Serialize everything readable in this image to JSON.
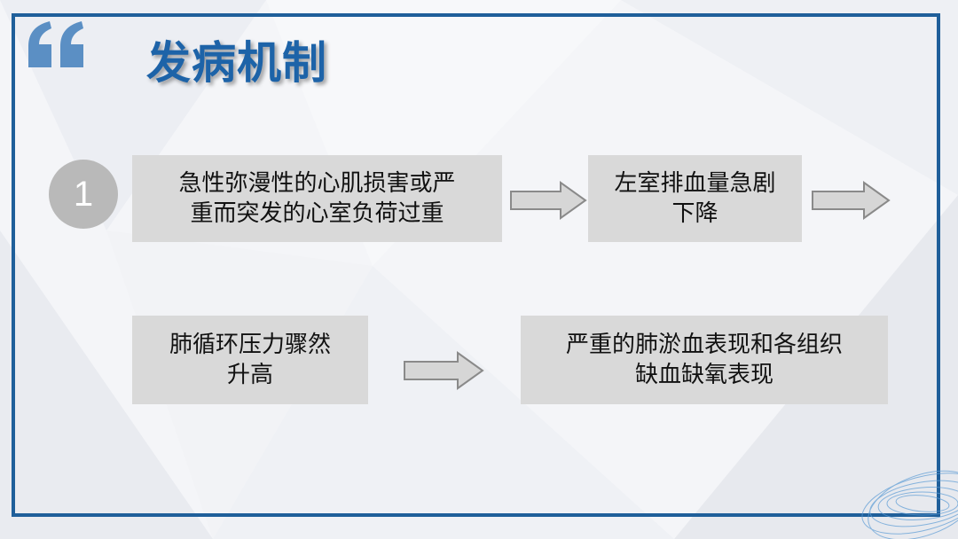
{
  "title": "发病机制",
  "step_number": "1",
  "boxes": [
    {
      "line1": "急性弥漫性的心肌损害或严",
      "line2": "重而突发的心室负荷过重"
    },
    {
      "line1": "左室排血量急剧",
      "line2": "下降"
    },
    {
      "line1": "肺循环压力骤然",
      "line2": "升高"
    },
    {
      "line1": "严重的肺淤血表现和各组织",
      "line2": "缺血缺氧表现"
    }
  ],
  "colors": {
    "frame": "#1f5f9a",
    "title": "#1d63a8",
    "box_fill": "#d9d9d9",
    "circle_fill": "#b9b9b9",
    "quote_fill": "#5b8fc4"
  }
}
